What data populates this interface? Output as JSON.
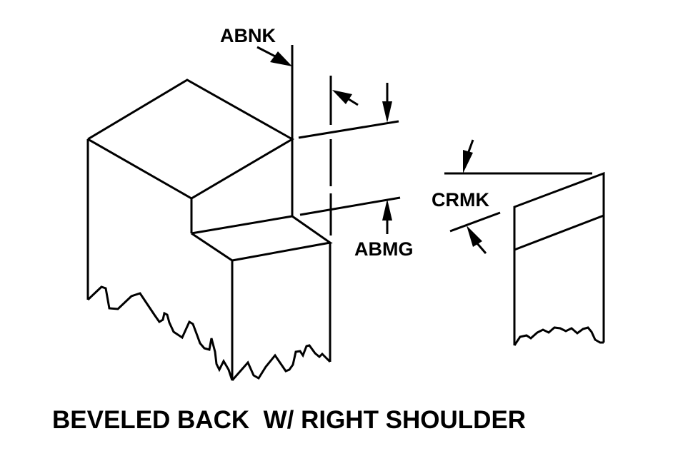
{
  "diagram": {
    "caption": "BEVELED BACK  W/ RIGHT SHOULDER",
    "labels": {
      "abnk": "ABNK",
      "abmg": "ABMG",
      "crmk": "CRMK"
    },
    "colors": {
      "line": "#000000",
      "background": "#ffffff"
    }
  }
}
